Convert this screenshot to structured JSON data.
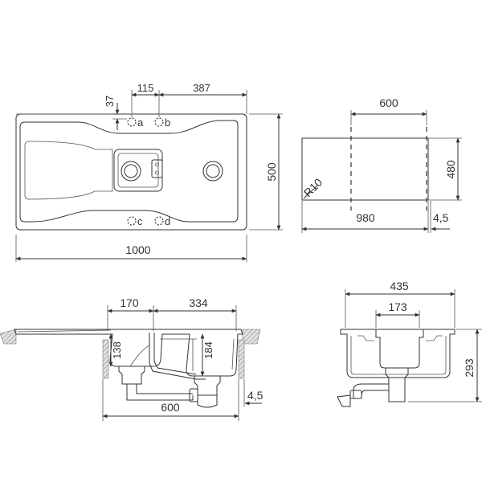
{
  "dimensions": {
    "top_view": {
      "offset_top": "37",
      "offset_left": "115",
      "hole_spacing": "387",
      "width": "1000",
      "depth": "500"
    },
    "cutout": {
      "width": "600",
      "depth": "480",
      "corner_radius": "R10",
      "overall": "980",
      "rim": "4,5"
    },
    "section_front": {
      "drainer": "170",
      "bowl_width": "334",
      "small_depth": "138",
      "bowl_depth": "184",
      "cabinet": "600",
      "rim": "4,5"
    },
    "section_side": {
      "overall": "435",
      "inner": "173",
      "height": "293"
    }
  },
  "tap_holes": [
    "a",
    "b",
    "c",
    "d"
  ],
  "colors": {
    "line": "#333333",
    "wall_fill": "#bdbdbd"
  }
}
